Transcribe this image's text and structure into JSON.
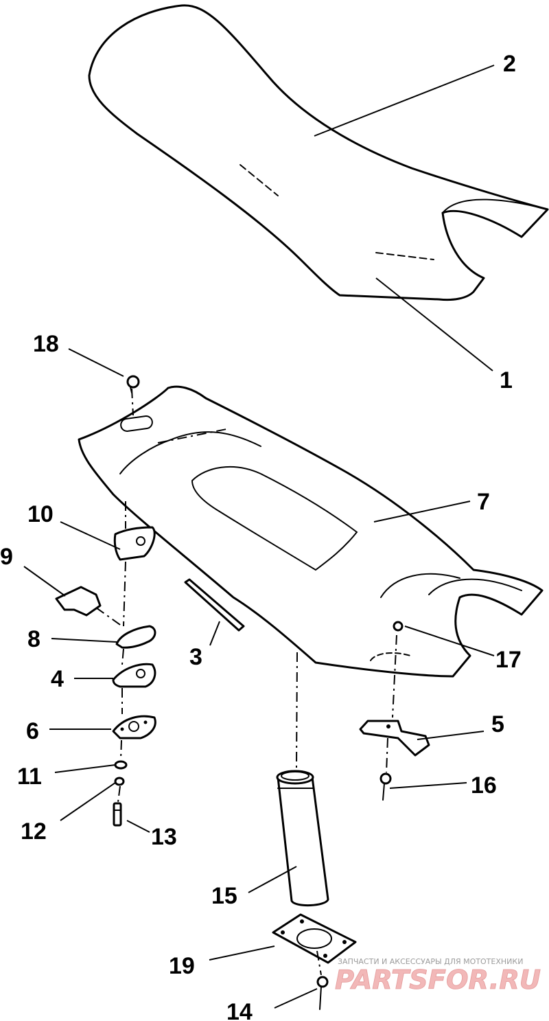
{
  "callouts": [
    {
      "id": "1",
      "label": "1"
    },
    {
      "id": "2",
      "label": "2"
    },
    {
      "id": "3",
      "label": "3"
    },
    {
      "id": "4",
      "label": "4"
    },
    {
      "id": "5",
      "label": "5"
    },
    {
      "id": "6",
      "label": "6"
    },
    {
      "id": "7",
      "label": "7"
    },
    {
      "id": "8",
      "label": "8"
    },
    {
      "id": "9",
      "label": "9"
    },
    {
      "id": "10",
      "label": "10"
    },
    {
      "id": "11",
      "label": "11"
    },
    {
      "id": "12",
      "label": "12"
    },
    {
      "id": "13",
      "label": "13"
    },
    {
      "id": "14",
      "label": "14"
    },
    {
      "id": "15",
      "label": "15"
    },
    {
      "id": "16",
      "label": "16"
    },
    {
      "id": "17",
      "label": "17"
    },
    {
      "id": "18",
      "label": "18"
    },
    {
      "id": "19",
      "label": "19"
    }
  ],
  "watermark": {
    "tagline": "ЗАПЧАСТИ И АКСЕССУАРЫ ДЛЯ МОТОТЕХНИКИ",
    "brand": "PARTSFOR.RU"
  },
  "colors": {
    "line": "#000000",
    "background": "#ffffff",
    "watermark_brand": "#f2b8b8"
  }
}
